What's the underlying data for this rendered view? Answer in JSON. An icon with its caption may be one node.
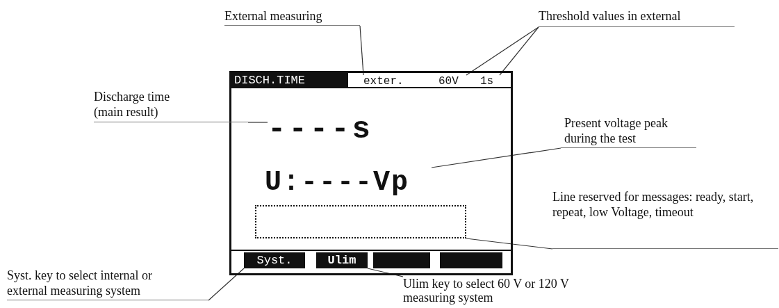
{
  "diagram": {
    "nodes": [
      {
        "text": [],
        "shape": "box"
      },
      {
        "text": [
          "DISCH.TIME"
        ],
        "in": 0
      },
      {
        "text": [
          "exter."
        ],
        "in": 0
      },
      {
        "text": [
          "60V"
        ],
        "in": 0
      },
      {
        "text": [
          "1s"
        ],
        "in": 0
      },
      {
        "text": [
          "----s"
        ],
        "in": 0
      },
      {
        "text": [
          "U:----Vp"
        ],
        "in": 0
      },
      {
        "text": [],
        "shape": "box",
        "in": 0
      },
      {
        "text": [
          "Syst."
        ],
        "in": 0
      },
      {
        "text": [
          "Ulim"
        ],
        "in": 0
      },
      {
        "text": [],
        "shape": "box",
        "in": 0
      },
      {
        "text": [],
        "shape": "box",
        "in": 0
      },
      {
        "text": [
          "External measuring"
        ]
      },
      {
        "text": [
          "Threshold values in external"
        ]
      },
      {
        "text": [
          "Discharge time (main result)"
        ]
      },
      {
        "text": [
          "Present voltage peak during the test"
        ]
      },
      {
        "text": [
          "Line reserved for messages: ready, start, repeat, low Voltage, timeout"
        ]
      },
      {
        "text": [
          "Syst. key to select internal or external measuring system"
        ]
      },
      {
        "text": [
          "Ulim key to select 60 V or 120 V measuring system"
        ]
      }
    ],
    "edges": [
      {
        "from": 12,
        "to": 2,
        "arrow": "none"
      },
      {
        "from": 13,
        "to": 3,
        "arrow": "none"
      },
      {
        "from": 13,
        "to": 4,
        "arrow": "none"
      },
      {
        "from": 14,
        "to": 5,
        "arrow": "none"
      },
      {
        "from": 15,
        "to": 6,
        "arrow": "none"
      },
      {
        "from": 16,
        "to": 7,
        "arrow": "none"
      },
      {
        "from": 17,
        "to": 8,
        "arrow": "none"
      },
      {
        "from": 18,
        "to": 9,
        "arrow": "none"
      }
    ]
  }
}
